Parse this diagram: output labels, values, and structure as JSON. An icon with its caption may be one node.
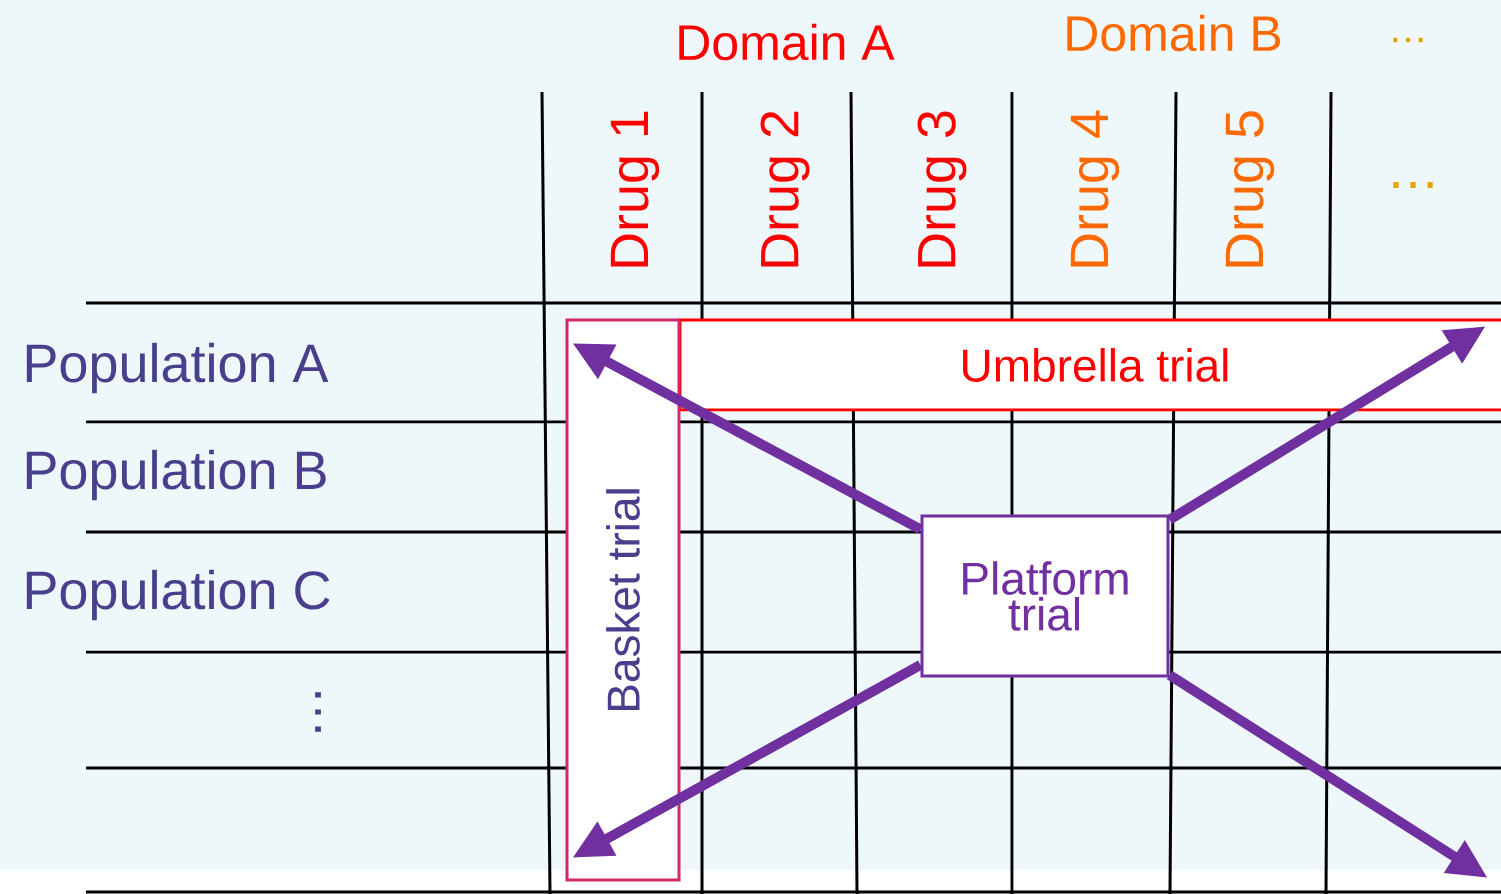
{
  "diagram": {
    "nodes": [
      {
        "text": [
          "Umbrella trial"
        ]
      },
      {
        "text": [
          "Basket trial"
        ]
      },
      {
        "text": [
          "Platform trial"
        ]
      }
    ],
    "edges": [
      {
        "from": 2,
        "to": 1,
        "arrow": "to"
      },
      {
        "from": 2,
        "to": 0,
        "arrow": "to"
      },
      {
        "from": 2,
        "to": 1,
        "arrow": "to"
      },
      {
        "from": 2,
        "to": null,
        "arrow": "to"
      }
    ],
    "labels": [
      "Domain A",
      "Domain B",
      "…",
      "Drug 1",
      "Drug 2",
      "Drug 3",
      "Drug 4",
      "Drug 5",
      "…",
      "Population A",
      "Population B",
      "Population C",
      "…"
    ]
  }
}
